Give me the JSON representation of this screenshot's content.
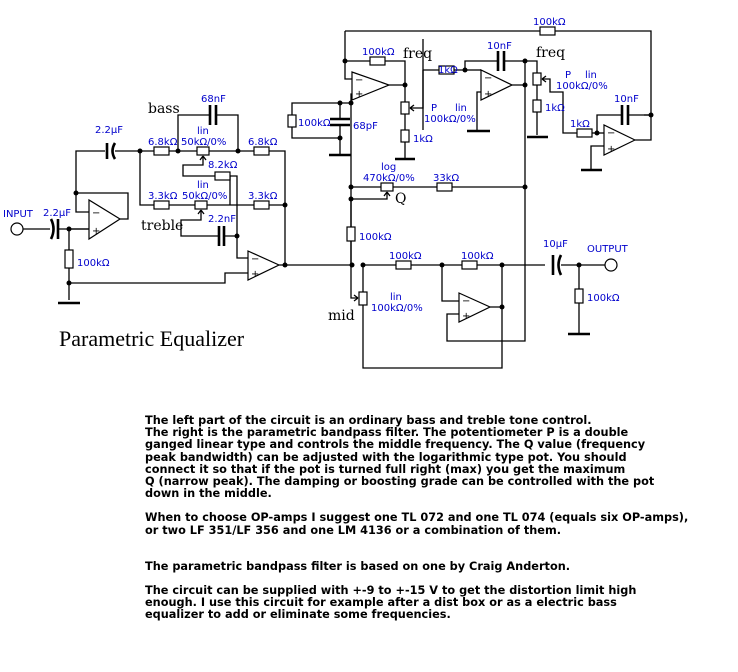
{
  "title": "Parametric Equalizer",
  "labels": {
    "input": "INPUT",
    "output": "OUTPUT",
    "bass": "bass",
    "treble": "treble",
    "freq1": "freq",
    "freq2": "freq",
    "mid": "mid",
    "q": "Q",
    "c_in": "2.2µF",
    "r_in": "100kΩ",
    "c_buf": "2.2µF",
    "r_bass1": "6.8kΩ",
    "r_bass2": "6.8kΩ",
    "pot_bass_type": "lin",
    "pot_bass": "50kΩ/0%",
    "c_bass": "68nF",
    "r_mid_tone": "8.2kΩ",
    "r_treb1": "3.3kΩ",
    "r_treb2": "3.3kΩ",
    "pot_treb_type": "lin",
    "pot_treb": "50kΩ/0%",
    "c_treb": "2.2nF",
    "r_fb1": "100kΩ",
    "r_shunt": "100kΩ",
    "c_shunt": "68pF",
    "pot_p1_name": "P",
    "pot_p1_type": "lin",
    "pot_p1": "100kΩ/0%",
    "r_p1": "1kΩ",
    "r_int1": "1kΩ",
    "c_int1": "10nF",
    "r_top": "100kΩ",
    "pot_p2_name": "P",
    "pot_p2_type": "lin",
    "pot_p2": "100kΩ/0%",
    "r_p2": "1kΩ",
    "r_int2": "1kΩ",
    "c_int2": "10nF",
    "pot_q_type": "log",
    "pot_q": "470kΩ/0%",
    "r_q": "33kΩ",
    "r_mid_link": "100kΩ",
    "r_sum1": "100kΩ",
    "r_sum2": "100kΩ",
    "pot_mid_type": "lin",
    "pot_mid": "100kΩ/0%",
    "c_out": "10µF",
    "r_out": "100kΩ",
    "op_minus": "−",
    "op_plus": "+"
  },
  "description": [
    "The left part of the circuit is an ordinary bass and treble tone control.\nThe right is the parametric bandpass filter. The potentiometer P is a double\nganged linear type and controls the middle frequency. The Q value (frequency\npeak bandwidth) can be adjusted with the logarithmic type pot. You should\nconnect it so that if the pot is turned full right (max) you get the maximum\nQ (narrow peak). The damping or boosting grade can be controlled with the pot\ndown in the middle.",
    "When to choose OP-amps I suggest one TL 072 and one TL 074 (equals six OP-amps),\nor two LF 351/LF 356 and one LM 4136 or a combination of them.",
    "The parametric bandpass filter is based on one by Craig Anderton.",
    "The circuit can be supplied with +-9 to +-15 V to get the distortion limit high\nenough. I use this circuit for example after a dist box or as a electric bass\nequalizer to add or eliminate some frequencies."
  ]
}
